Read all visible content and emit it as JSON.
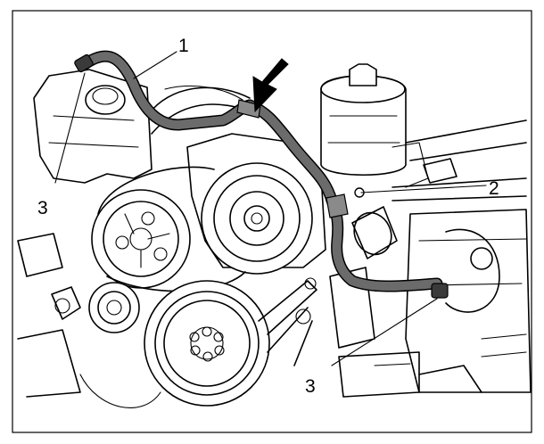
{
  "callouts": [
    {
      "id": "1",
      "label": "1"
    },
    {
      "id": "2",
      "label": "2"
    },
    {
      "id": "3a",
      "label": "3"
    },
    {
      "id": "3b",
      "label": "3"
    }
  ],
  "colors": {
    "hose_fill": "#6b6b6b",
    "hose_dark": "#3a3a3a",
    "line": "#000000",
    "background": "#ffffff",
    "border": "#000000"
  },
  "icons": {
    "arrow": "solid-black-pointer-arrow"
  }
}
